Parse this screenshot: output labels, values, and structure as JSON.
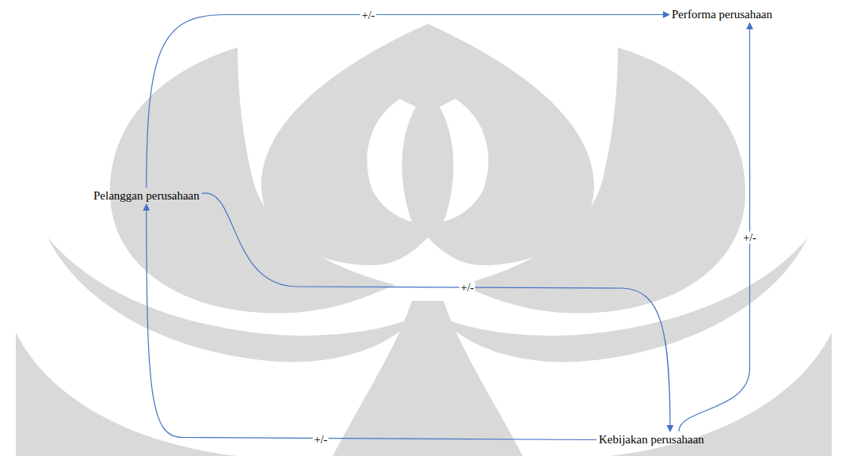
{
  "diagram": {
    "nodes": [
      {
        "text": [
          "Performa perusahaan"
        ]
      },
      {
        "text": [
          "Pelanggan perusahaan"
        ]
      },
      {
        "text": [
          "Kebijakan perusahaan"
        ]
      }
    ],
    "edges": [
      {
        "from": 1,
        "to": 0,
        "arrow": "to",
        "label": "+/-"
      },
      {
        "from": 1,
        "to": 2,
        "arrow": "to",
        "label": "+/-"
      },
      {
        "from": 2,
        "to": 0,
        "arrow": "to",
        "label": "+/-"
      },
      {
        "from": 2,
        "to": 1,
        "arrow": "to",
        "label": "+/-"
      }
    ]
  }
}
